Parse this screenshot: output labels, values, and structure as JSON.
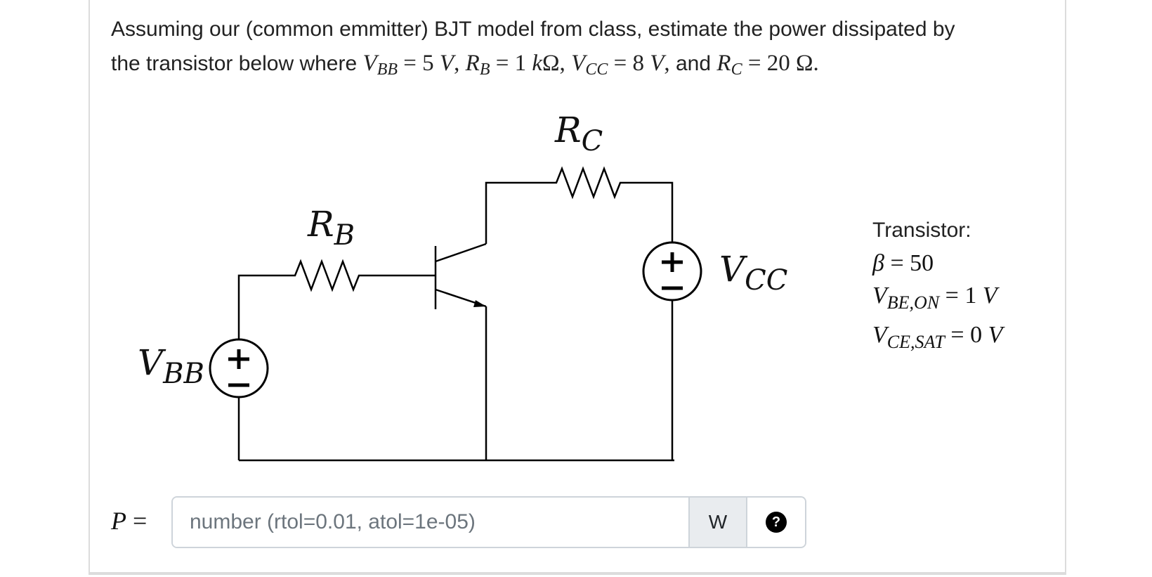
{
  "question": {
    "text_line1": "Assuming our (common emmitter) BJT model from class, estimate the power dissipated by",
    "text_line2_prefix": "the transistor below where",
    "vbb": "5",
    "rb": "1",
    "vcc": "8",
    "rc": "20",
    "and_word": "and"
  },
  "circuit": {
    "label_rc": "R",
    "label_rc_sub": "C",
    "label_rb": "R",
    "label_rb_sub": "B",
    "label_vcc": "V",
    "label_vcc_sub": "CC",
    "label_vbb": "V",
    "label_vbb_sub": "BB"
  },
  "transistor": {
    "title": "Transistor:",
    "beta": "50",
    "vbe_on": "1",
    "vce_sat": "0"
  },
  "answer": {
    "label": "P",
    "placeholder": "number (rtol=0.01, atol=1e-05)",
    "unit": "W",
    "help": "?"
  }
}
